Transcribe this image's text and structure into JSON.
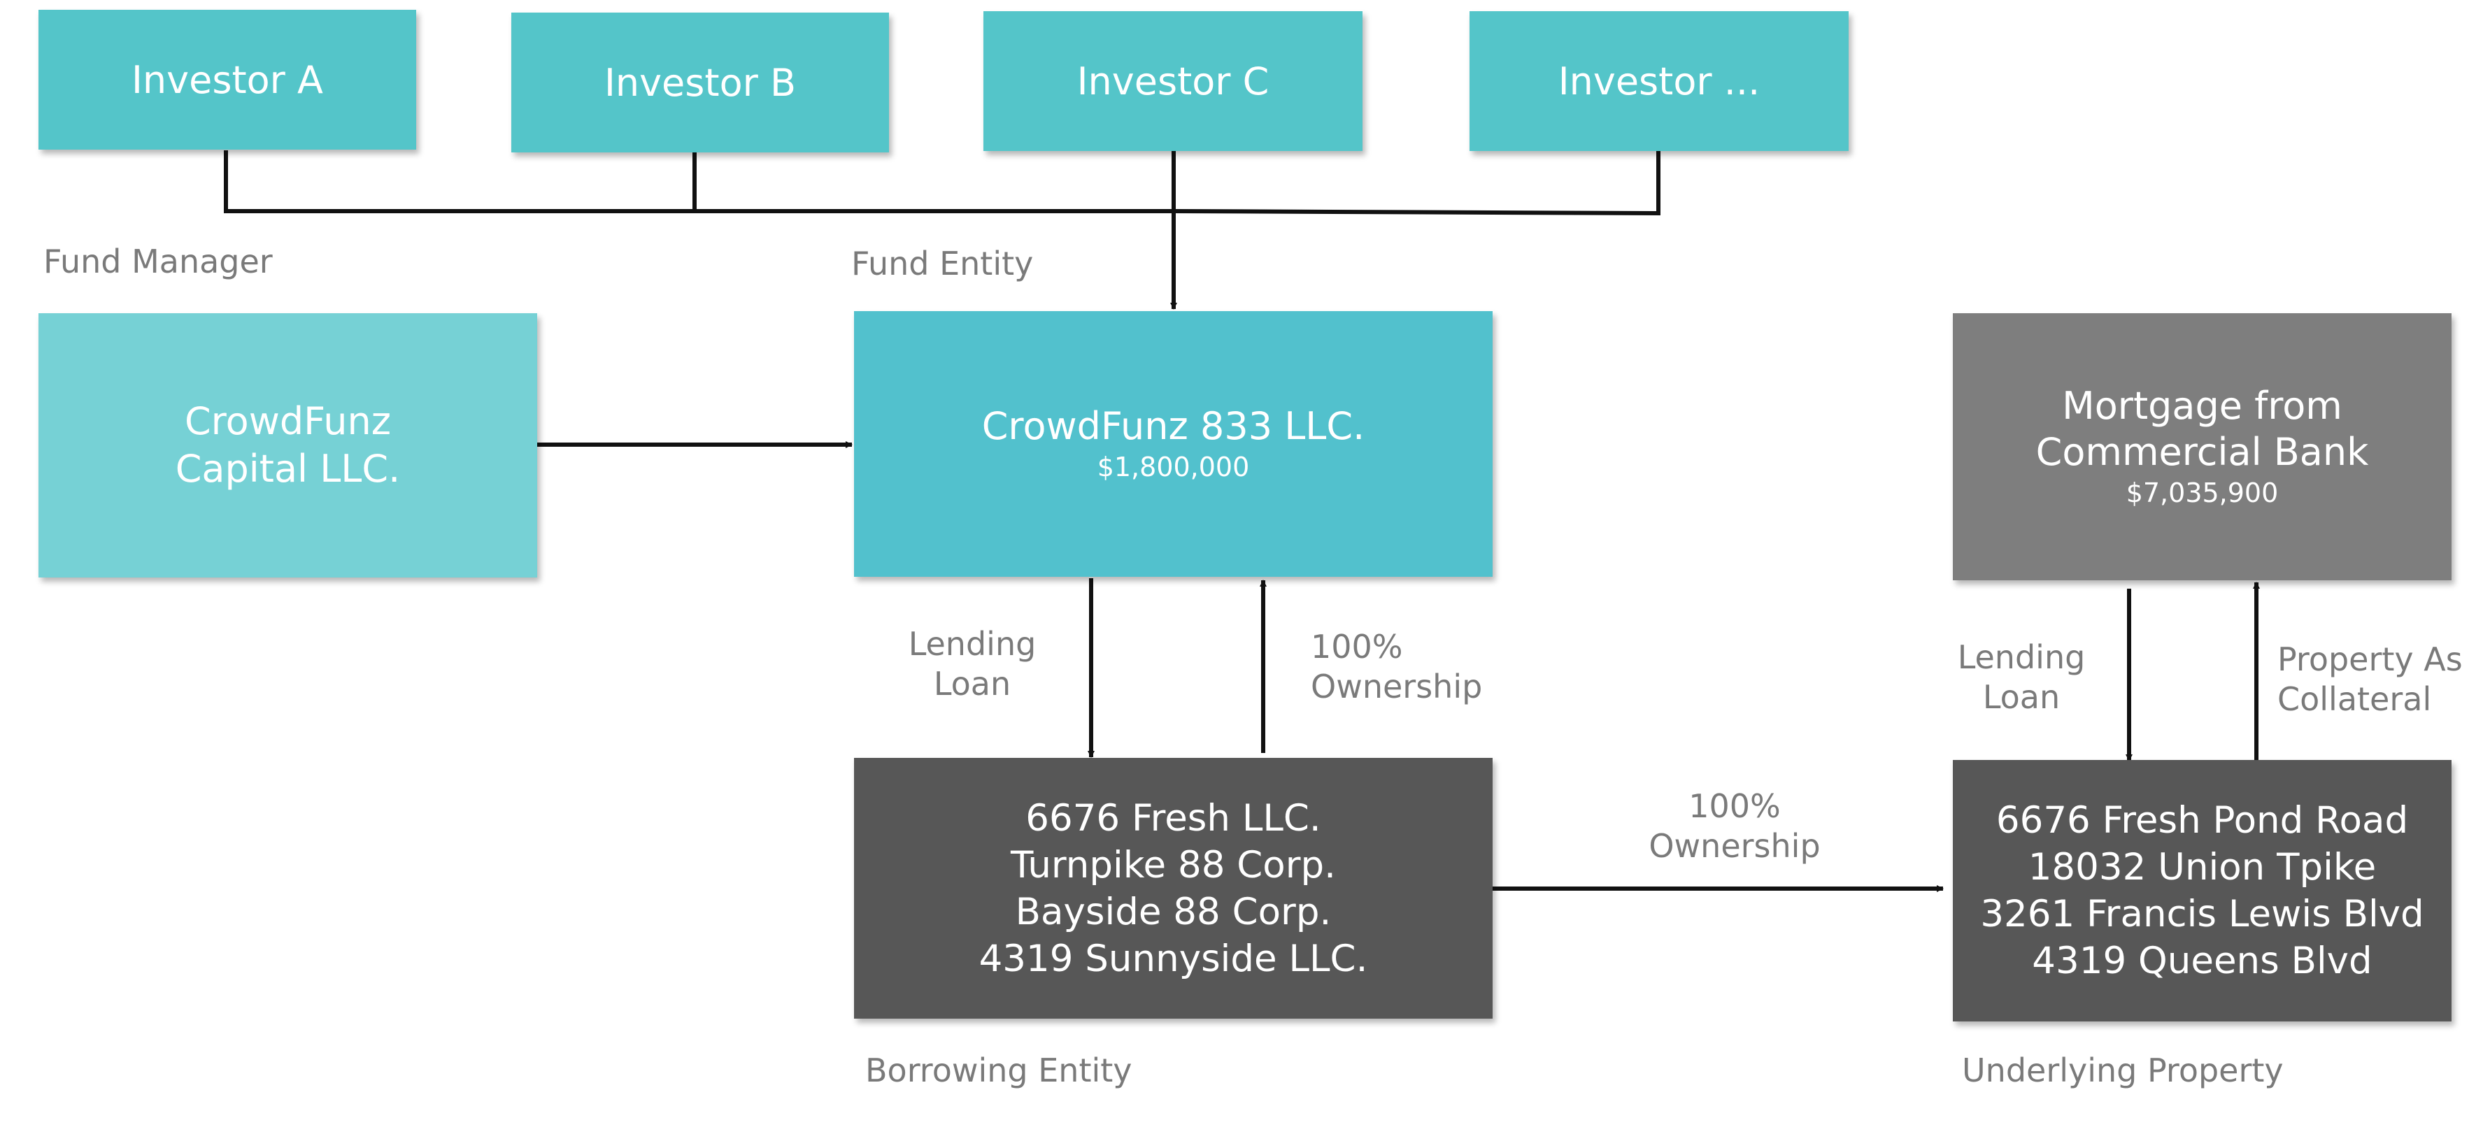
{
  "investors": [
    {
      "label": "Investor A"
    },
    {
      "label": "Investor B"
    },
    {
      "label": "Investor C"
    },
    {
      "label": "Investor ..."
    }
  ],
  "fund_manager": {
    "section_label": "Fund Manager",
    "lines": [
      "CrowdFunz",
      "Capital LLC."
    ]
  },
  "fund_entity": {
    "section_label": "Fund Entity",
    "name": "CrowdFunz 833 LLC.",
    "amount": "$1,800,000"
  },
  "mortgage": {
    "lines": [
      "Mortgage from",
      "Commercial Bank"
    ],
    "amount": "$7,035,900"
  },
  "borrowing_entity": {
    "section_label": "Borrowing Entity",
    "lines": [
      "6676 Fresh LLC.",
      "Turnpike 88 Corp.",
      "Bayside 88 Corp.",
      "4319 Sunnyside LLC."
    ]
  },
  "underlying_property": {
    "section_label": "Underlying Property",
    "lines": [
      "6676 Fresh Pond Road",
      "18032 Union Tpike",
      "3261 Francis Lewis Blvd",
      "4319 Queens Blvd"
    ]
  },
  "edge_labels": {
    "fund_lending": [
      "Lending",
      "Loan"
    ],
    "fund_ownership": [
      "100%",
      "Ownership"
    ],
    "property_ownership": [
      "100%",
      "Ownership"
    ],
    "bank_lending": [
      "Lending",
      "Loan"
    ],
    "collateral": [
      "Property As",
      "Collateral"
    ]
  },
  "colors": {
    "investor": "#54c5c9",
    "fund_manager": "#76d1d5",
    "fund_entity": "#52c1cd",
    "mortgage": "#7e7e7e",
    "dark_box": "#575757",
    "label_text": "#7a7a7a",
    "connector": "#111111"
  }
}
